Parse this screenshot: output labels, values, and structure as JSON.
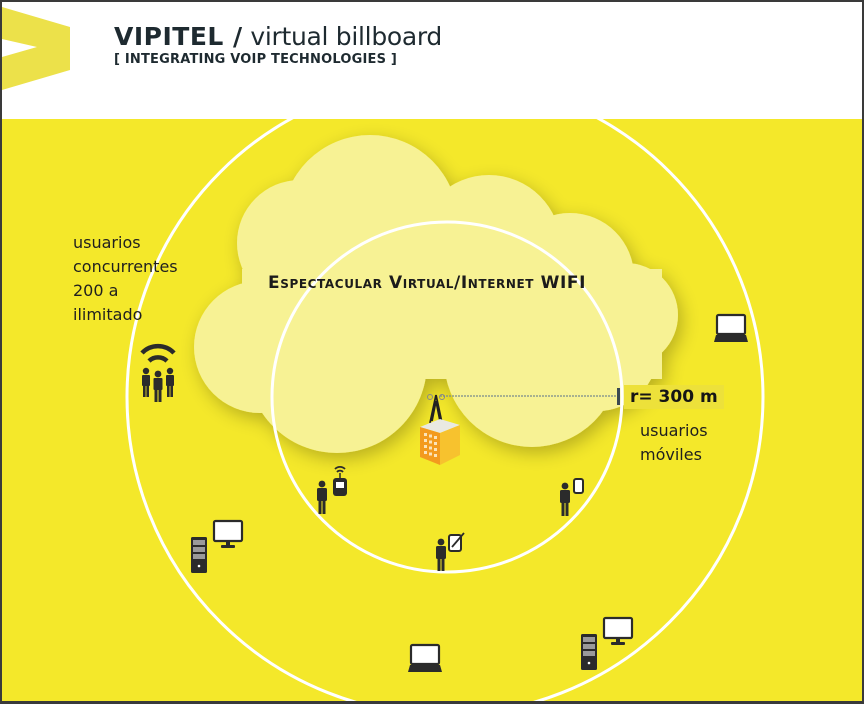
{
  "header": {
    "brand": "VIPITEL /",
    "subtitle": "virtual billboard",
    "tagline": "[ INTEGRATING VOIP TECHNOLOGIES ]",
    "logo_icon": "chevron-logo-icon"
  },
  "diagram": {
    "cloud_title": "Espectacular Virtual/Internet WIFI",
    "concurrent_users": {
      "line1": "usuarios",
      "line2": "concurrentes",
      "line3": "200  a",
      "line4": "ilimitado"
    },
    "radius_label": "r= 300 m",
    "mobile_users": {
      "line1": "usuarios",
      "line2": "móviles"
    },
    "icons": [
      "wifi-group-icon",
      "tower-building-icon",
      "person-wifi-device-icon",
      "person-tablet-icon",
      "person-phone-icon",
      "desktop-computer-icon",
      "laptop-icon",
      "laptop-icon",
      "desktop-computer-icon"
    ],
    "colors": {
      "background_yellow": "#f4e82a",
      "cloud_yellow": "#f7f294",
      "ring_white": "#ffffff",
      "logo_yellow": "#ece14a",
      "icon_dark": "#2b2b2b",
      "building_orange": "#f39a1e"
    }
  }
}
